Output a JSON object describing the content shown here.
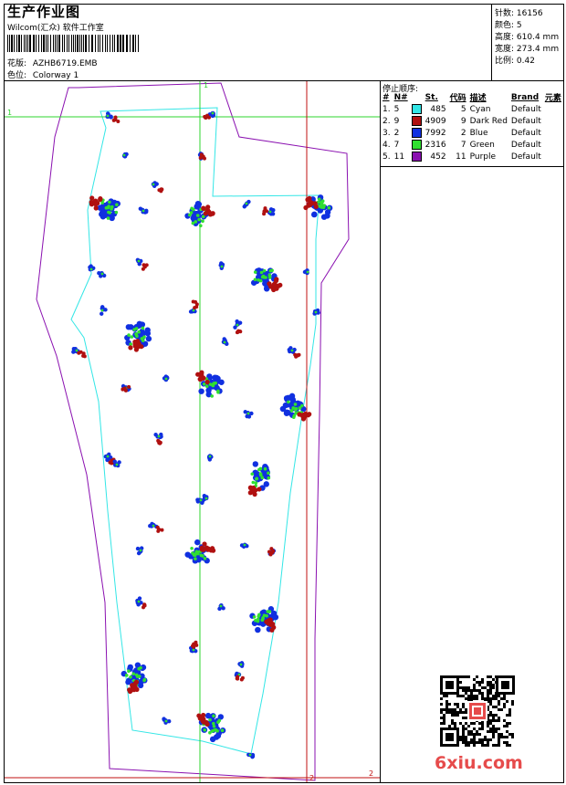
{
  "header": {
    "title": "生产作业图",
    "subtitle": "Wilcom(汇众) 软件工作室",
    "design_label": "花版:",
    "design_value": "AZHB6719.EMB",
    "colorway_label": "色位:",
    "colorway_value": "Colorway 1"
  },
  "stats": [
    {
      "label": "针数:",
      "value": "16156"
    },
    {
      "label": "颜色:",
      "value": "5"
    },
    {
      "label": "高度:",
      "value": "610.4 mm"
    },
    {
      "label": "宽度:",
      "value": "273.4 mm"
    },
    {
      "label": "比例:",
      "value": "0.42"
    }
  ],
  "stop_sequence": {
    "title": "停止顺序:",
    "headers": [
      "#",
      "N#",
      "",
      "St.",
      "代码",
      "描述",
      "Brand",
      "元素"
    ],
    "rows": [
      {
        "index": "1.",
        "n": "5",
        "color": "#33e6e6",
        "stitches": "485",
        "code": "5",
        "desc": "Cyan",
        "brand": "Default"
      },
      {
        "index": "2.",
        "n": "9",
        "color": "#b01010",
        "stitches": "4909",
        "code": "9",
        "desc": "Dark Red",
        "brand": "Default"
      },
      {
        "index": "3.",
        "n": "2",
        "color": "#1030e0",
        "stitches": "7992",
        "code": "2",
        "desc": "Blue",
        "brand": "Default"
      },
      {
        "index": "4.",
        "n": "7",
        "color": "#30e030",
        "stitches": "2316",
        "code": "7",
        "desc": "Green",
        "brand": "Default"
      },
      {
        "index": "5.",
        "n": "11",
        "color": "#8a10b0",
        "stitches": "452",
        "code": "11",
        "desc": "Purple",
        "brand": "Default"
      }
    ]
  },
  "markers": {
    "top_v": "1",
    "left_h": "1",
    "bottom_right_v": "2",
    "bottom_h": "2"
  },
  "watermark": "6xiu.com",
  "colors": {
    "cyan": "#33e6e6",
    "dark_red": "#b01010",
    "blue": "#1030e0",
    "green": "#30e030",
    "purple": "#8a10b0",
    "guide_green": "#2ed52e",
    "guide_red": "#c01010"
  }
}
